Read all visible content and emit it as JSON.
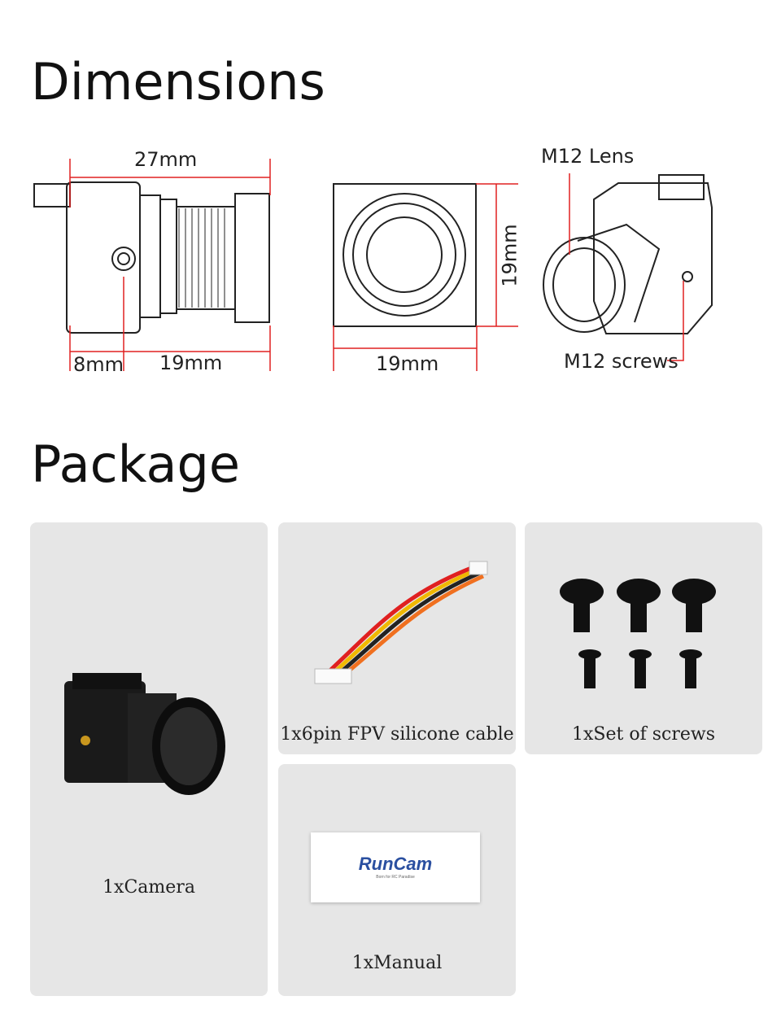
{
  "dimensions": {
    "title": "Dimensions",
    "side_width": "27mm",
    "side_front": "8mm",
    "side_lens": "19mm",
    "front_width": "19mm",
    "front_height": "19mm",
    "lens_label": "M12 Lens",
    "screws_label": "M12 screws",
    "line_color": "#e02020"
  },
  "package": {
    "title": "Package",
    "items": [
      {
        "label": "1xCamera"
      },
      {
        "label": "1x6pin FPV silicone cable"
      },
      {
        "label": "1xSet of screws"
      },
      {
        "label": "1xManual"
      }
    ],
    "manual_logo": "RunCam",
    "manual_tagline": "Born for RC Paradise"
  }
}
